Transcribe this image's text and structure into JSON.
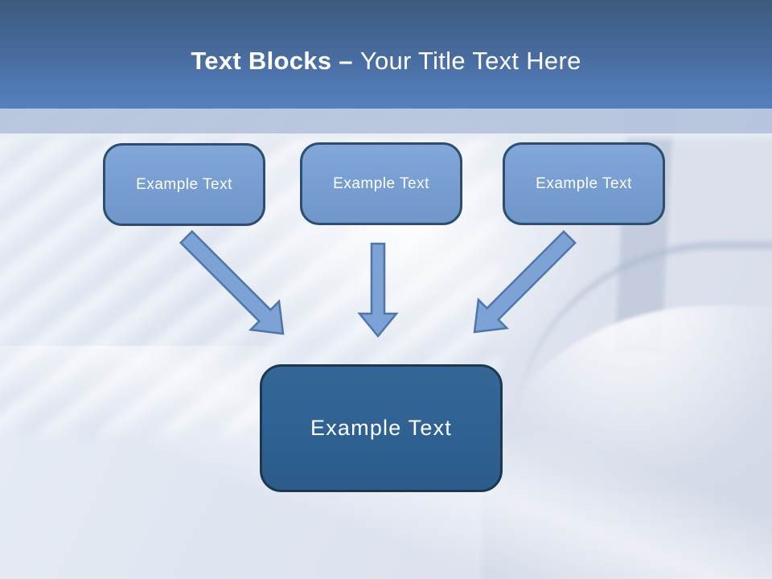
{
  "slide_title": {
    "bold_part": "Text Blocks –",
    "regular_part": "Your Title Text Here"
  },
  "diagram": {
    "top_blocks": [
      {
        "label": "Example Text"
      },
      {
        "label": "Example Text"
      },
      {
        "label": "Example Text"
      }
    ],
    "center_block": {
      "label": "Example Text"
    },
    "arrow_icons": [
      "arrow-down-right-icon",
      "arrow-down-icon",
      "arrow-down-left-icon"
    ]
  },
  "colors": {
    "header-top": "#3d5a7e",
    "header-bottom": "#5581bf",
    "band": "#b6c2dc",
    "title-text": "#ffffff",
    "block-fill": "#7aa0d4",
    "block-border": "#2e4e70",
    "block-text": "#ffffff",
    "center-fill": "#2f6293",
    "center-border": "#1b3850",
    "arrow-fill": "#7da2d6",
    "arrow-stroke": "#4f76a6",
    "background": "#dde3ee"
  }
}
